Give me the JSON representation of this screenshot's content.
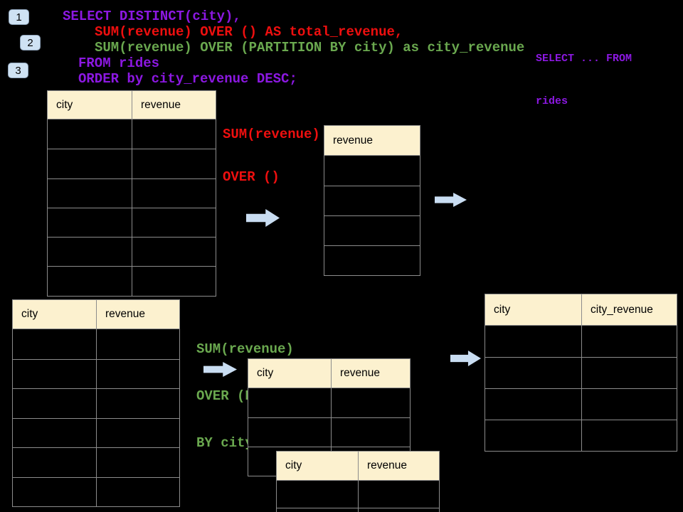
{
  "badges": [
    {
      "label": "1"
    },
    {
      "label": "2"
    },
    {
      "label": "3"
    }
  ],
  "code": {
    "lines": [
      {
        "text": "SELECT DISTINCT(city),",
        "color": "#8c18e2"
      },
      {
        "text": "SUM(revenue) OVER () AS total_revenue,",
        "color": "#ee0f0f"
      },
      {
        "text": "SUM(revenue) OVER (PARTITION BY city) as city_revenue",
        "color": "#6aa84f"
      },
      {
        "text": "FROM rides",
        "color": "#8c18e2"
      },
      {
        "text": "ORDER by city_revenue DESC;",
        "color": "#8c18e2"
      }
    ]
  },
  "side_code": {
    "lines": [
      "SELECT ... FROM",
      "rides"
    ],
    "color": "#8c18e2"
  },
  "annotations": {
    "total": {
      "lines": [
        "SUM(revenue)",
        "OVER ()"
      ],
      "color": "#ee0f0f"
    },
    "partition": {
      "lines": [
        "SUM(revenue)",
        "OVER (PARTITION",
        "BY city)"
      ],
      "color": "#6aa84f"
    }
  },
  "tables": {
    "source_top": {
      "headers": [
        "city",
        "revenue"
      ],
      "rows": 6
    },
    "total_revenue": {
      "headers": [
        "revenue"
      ],
      "rows": 4
    },
    "source_bottom": {
      "headers": [
        "city",
        "revenue"
      ],
      "rows": 6
    },
    "partition_a": {
      "headers": [
        "city",
        "revenue"
      ],
      "rows": 3
    },
    "partition_b": {
      "headers": [
        "city",
        "revenue"
      ],
      "rows": 2
    },
    "result": {
      "headers": [
        "city",
        "city_revenue"
      ],
      "rows": 4
    }
  },
  "colors": {
    "background": "#000000",
    "sql_purple": "#8c18e2",
    "sql_red": "#ee0f0f",
    "sql_green": "#6aa84f",
    "table_header_fill": "#fcf1cf",
    "table_border": "#8c8c8c",
    "arrow_fill": "#c9ddf2",
    "badge_fill": "#cfe2f3"
  }
}
